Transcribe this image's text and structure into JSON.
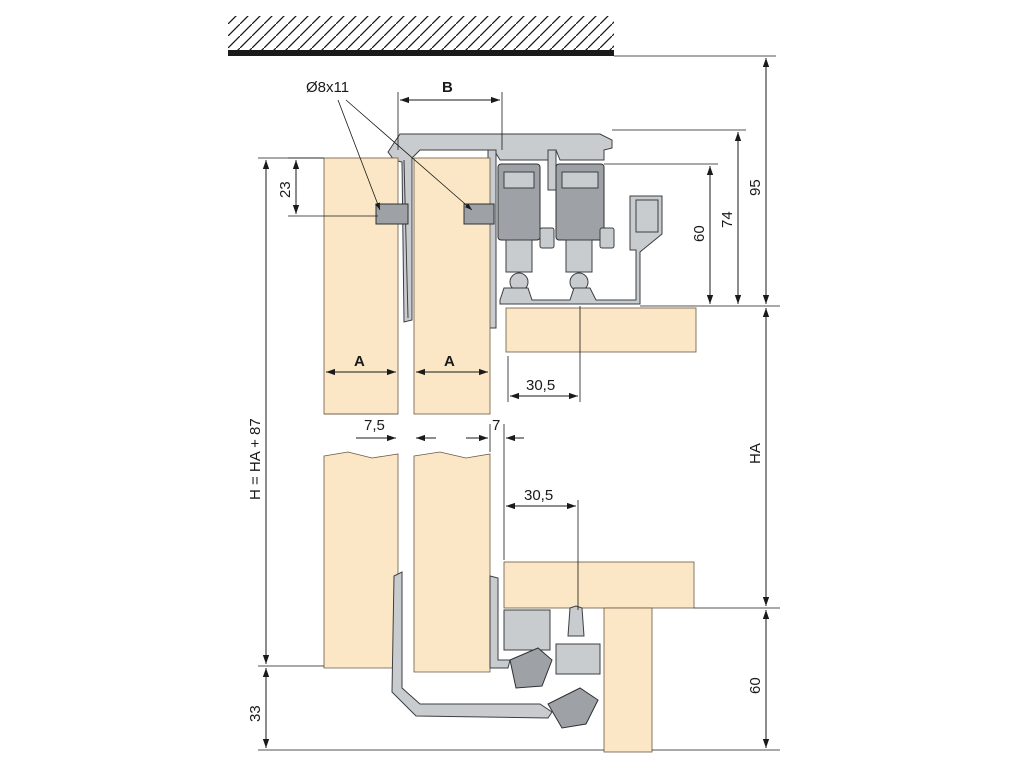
{
  "labels": {
    "dowel": "Ø8x11",
    "b": "B",
    "a_left": "A",
    "a_right": "A",
    "gap_left": "7,5",
    "gap_right": "7",
    "offset_top": "30,5",
    "offset_bottom": "30,5",
    "dim_23": "23",
    "dim_60_top": "60",
    "dim_74": "74",
    "dim_95": "95",
    "dim_ha": "HA",
    "dim_h": "H = HA + 87",
    "dim_33": "33",
    "dim_60_bottom": "60"
  },
  "colors": {
    "wood": "#fbe7c6",
    "metal": "#c9cccf",
    "ink": "#1a1a1a"
  }
}
